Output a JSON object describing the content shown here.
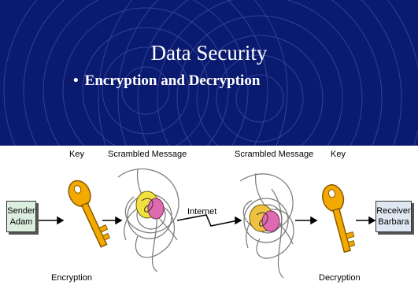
{
  "slide": {
    "title": "Data Security",
    "bullet": "Encryption and Decryption"
  },
  "diagram": {
    "sender": {
      "line1": "Sender",
      "line2": "Adam"
    },
    "receiver": {
      "line1": "Receiver",
      "line2": "Barbara"
    },
    "key_left_label": "Key",
    "key_right_label": "Key",
    "scrambled_left_label": "Scrambled Message",
    "scrambled_right_label": "Scrambled Message",
    "internet_label": "Internet",
    "encryption_label": "Encryption",
    "decryption_label": "Decryption"
  },
  "colors": {
    "banner_bg": "#0a1a6e",
    "key_gold": "#f2a900",
    "sender_box": "#dceede",
    "receiver_box": "#dfe8f2"
  }
}
